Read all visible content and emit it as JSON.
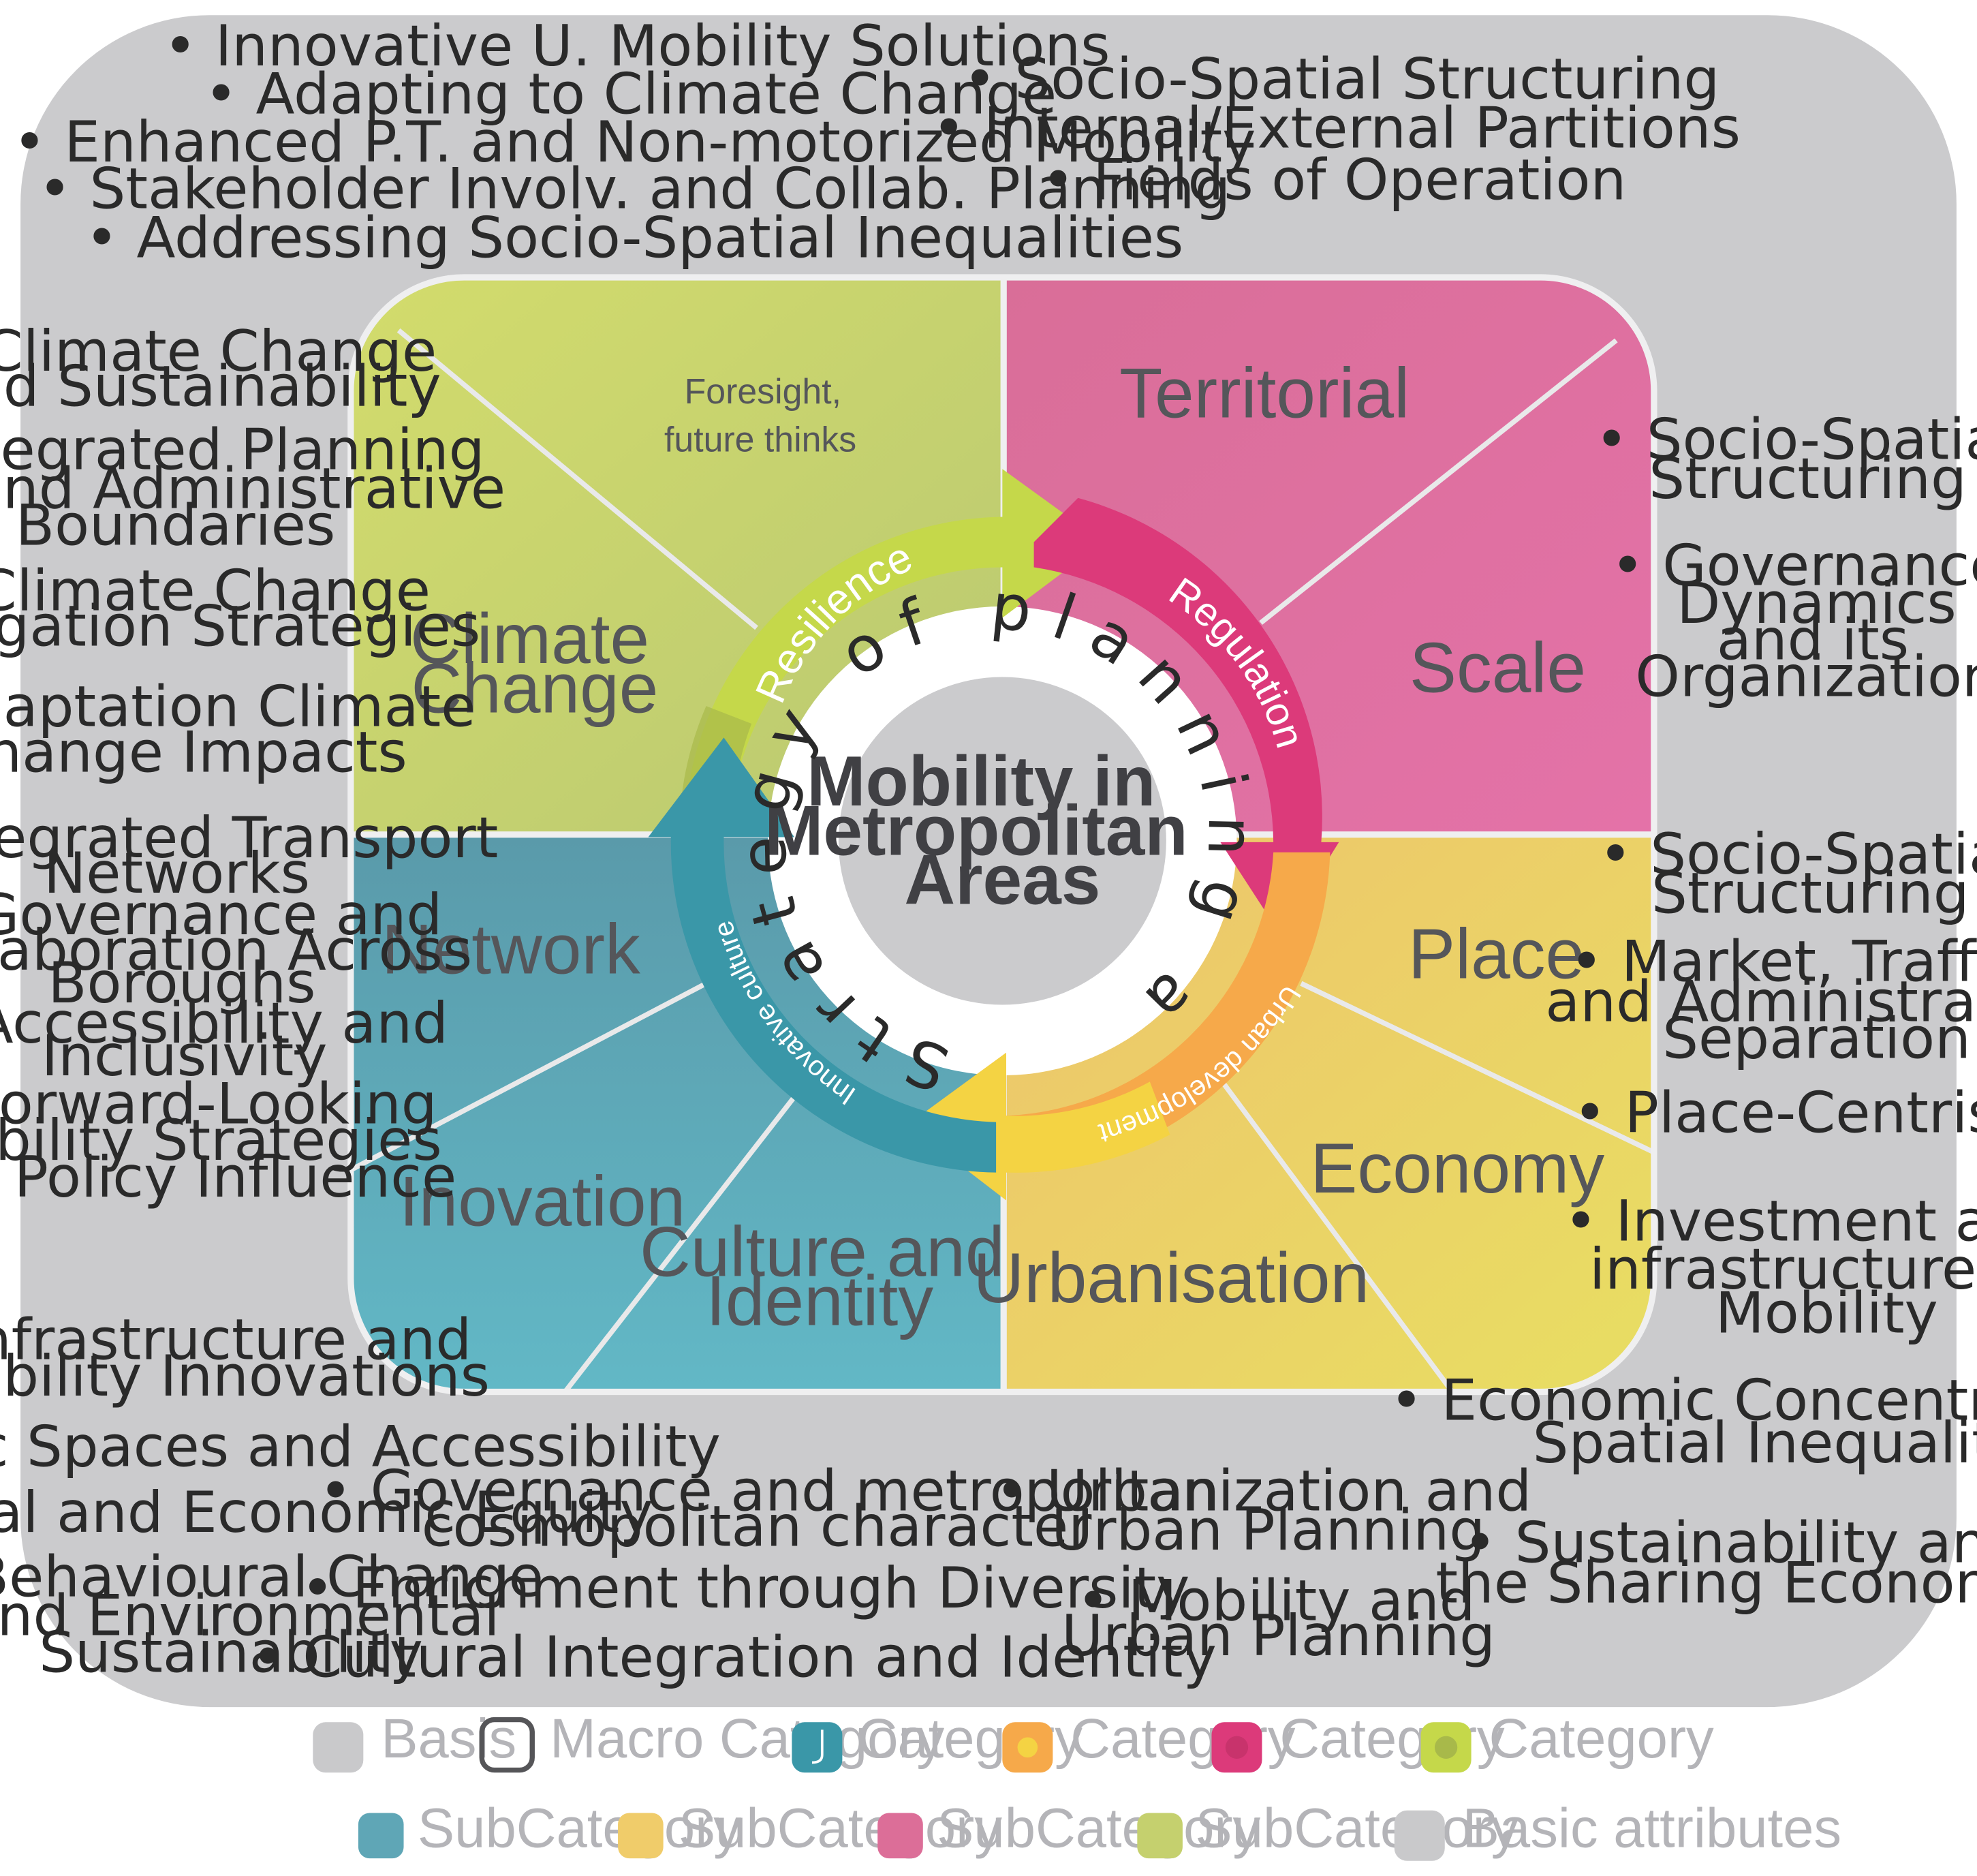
{
  "center": {
    "line1": "Mobility in",
    "line2": "Metropolitan",
    "line3": "Areas"
  },
  "strategy_ring_text": "Strategy of planning and operation",
  "macro_categories": {
    "resilience": "Resilience",
    "regulation": "Regulation",
    "urban_development": "Urban development",
    "innovative_culture": "Innovative culture"
  },
  "subcategories": {
    "foresight": [
      "Foresight,",
      "future thinks"
    ],
    "climate_change": [
      "Climate",
      "Change"
    ],
    "territorial": [
      "Territorial"
    ],
    "scale": [
      "Scale"
    ],
    "place": [
      "Place"
    ],
    "economy": [
      "Economy"
    ],
    "urbanisation": [
      "Urbanisation"
    ],
    "culture_identity": [
      "Culture and",
      "Identity"
    ],
    "inovation": [
      "Inovation"
    ],
    "network": [
      "Network"
    ]
  },
  "attributes": {
    "top_left": [
      "• Innovative U. Mobility Solutions",
      "• Adapting to Climate Change",
      "• Enhanced P.T. and Non-motorized Mobility",
      "• Stakeholder Involv. and Collab. Planning",
      "• Addressing Socio-Spatial Inequalities"
    ],
    "top_right": [
      "• Socio-Spatial Structuring",
      "• Internal/External Partitions",
      "• Fields of Operation"
    ],
    "left_upper": [
      "• Climate Change",
      "and Sustainability",
      "• Integrated Planning",
      "Beyond Administrative",
      "Boundaries",
      "• Climate Change",
      "Mitigation Strategies",
      "• Adaptation Climate",
      "Change Impacts"
    ],
    "left_lower": [
      "• Integrated Transport",
      "Networks",
      "• Governance and",
      "Collaboration Across",
      "Boroughs",
      "• Accessibility and",
      "Inclusivity",
      "• Forward-Looking",
      "Mobility Strategies",
      "and Policy Influence"
    ],
    "bottom_left": [
      "• Infrastructure and",
      "Mobility Innovations",
      "• Public Spaces and Accessibility",
      "• Social and Economic Equity",
      "• Behavioural Change",
      "and Environmental",
      "Sustainability"
    ],
    "bottom_center": [
      "• Governance and metropolitan",
      "cosmopolitan character",
      "• Enrichment through Diversity",
      "• Cultural Integration and Identity"
    ],
    "bottom_mid_right": [
      "• Urbanization and",
      "Urban Planning",
      "• Mobility and",
      "Urban Planning"
    ],
    "right_upper": [
      "• Socio-Spatial",
      "Structuring",
      "• Governance",
      "Dynamics",
      "and its",
      "Organization"
    ],
    "right_lower": [
      "• Socio-Spatial",
      "Structuring",
      "• Market, Traffic,",
      "and Administrative",
      "Separation",
      "• Place-Centrism",
      "• Investment and",
      "infrastructure to",
      "Mobility",
      "• Economic Concentration",
      "Spatial Inequality",
      "• Sustainability and",
      "the Sharing Economy"
    ]
  },
  "legend": {
    "row1": [
      "Basis",
      "Macro Category",
      "Category",
      "Category",
      "Category",
      "Category"
    ],
    "row2": [
      "SubCategory",
      "SubCategory",
      "SubCategory",
      "SubCategory",
      "Basic attributes"
    ]
  },
  "colors": {
    "basis": "#cbcbcd",
    "resilience": "#c5d84a",
    "regulation": "#dd3a7a",
    "urban_development": "#f6a94a",
    "innovative_culture": "#3a97a8",
    "green_sub": "#c5d06e",
    "pink_sub": "#dc6e98",
    "yellow_sub": "#f0cc6a",
    "teal_sub": "#5fa6b6"
  }
}
